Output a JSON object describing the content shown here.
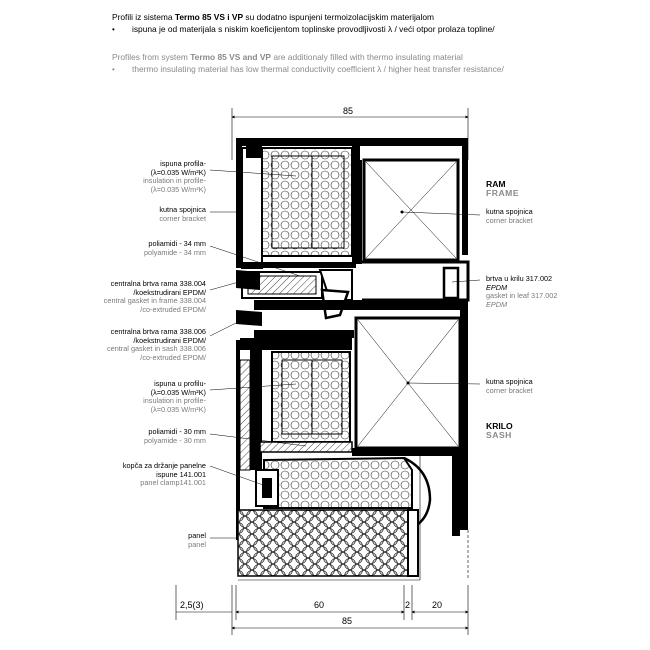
{
  "header": {
    "hr_line1_pre": "Profili iz sistema ",
    "hr_line1_bold": "Termo 85 VS i VP",
    "hr_line1_post": " su dodatno ispunjeni termoizolacijskim materijalom",
    "hr_line2": "ispuna je od materijala s niskim koeficijentom toplinske provodljivosti λ / veći otpor prolaza topline/",
    "en_line1_pre": "Profiles from system ",
    "en_line1_bold": "Termo 85 VS and VP",
    "en_line1_post": " are additionaly filled with thermo insulating material",
    "en_line2": "thermo insulating material has low thermal conductivity coefficient  λ / higher heat transfer resistance/",
    "bullet": "•"
  },
  "left_labels": {
    "fill_frame": {
      "hr1": "ispuna profila-",
      "hr2": "(λ=0.035 W/m²K)",
      "en1": "insulation in profile-",
      "en2": "(λ=0.035 W/m²K)"
    },
    "corner_frame": {
      "hr": "kutna spojnica",
      "en": "corner bracket"
    },
    "polyamide34": {
      "hr": "poliamidi - 34 mm",
      "en": "polyamide - 34 mm"
    },
    "gasket_frame": {
      "hr1": "centralna brtva rama 338.004",
      "hr2": "/koekstrudirani EPDM/",
      "en1": "central gasket in frame 338.004",
      "en2": "/co-extruded EPDM/"
    },
    "gasket_sash": {
      "hr1": "centralna brtva rama 338.006",
      "hr2": "/koekstrudirani EPDM/",
      "en1": "central gasket in sash 338.006",
      "en2": "/co-extruded EPDM/"
    },
    "fill_sash": {
      "hr1": "ispuna u profilu-",
      "hr2": "(λ=0.035 W/m²K)",
      "en1": "insulation in profile-",
      "en2": "(λ=0.035 W/m²K)"
    },
    "polyamide30": {
      "hr": "poliamidi - 30 mm",
      "en": "polyamide - 30 mm"
    },
    "clamp": {
      "hr1": "kopča za držanje panelne",
      "hr2": "ispune 141.001",
      "en": "panel clamp141.001"
    },
    "panel": {
      "hr": "panel",
      "en": "panel"
    }
  },
  "right_labels": {
    "ram": {
      "hr": "RAM",
      "en": "FRAME"
    },
    "corner_frame": {
      "hr": "kutna spojnica",
      "en": "corner bracket"
    },
    "leaf_gasket": {
      "hr1": "brtva u krilu 317.002",
      "hr2": "EPDM",
      "en1": "gasket in leaf 317.002",
      "en2": "EPDM"
    },
    "corner_sash": {
      "hr": "kutna spojnica",
      "en": "corner bracket"
    },
    "krilo": {
      "hr": "KRILO",
      "en": "SASH"
    }
  },
  "dimensions": {
    "top": "85",
    "panel_offset": "2,5(3)",
    "d60": "60",
    "d2": "2",
    "d20": "20",
    "bottom": "85"
  }
}
